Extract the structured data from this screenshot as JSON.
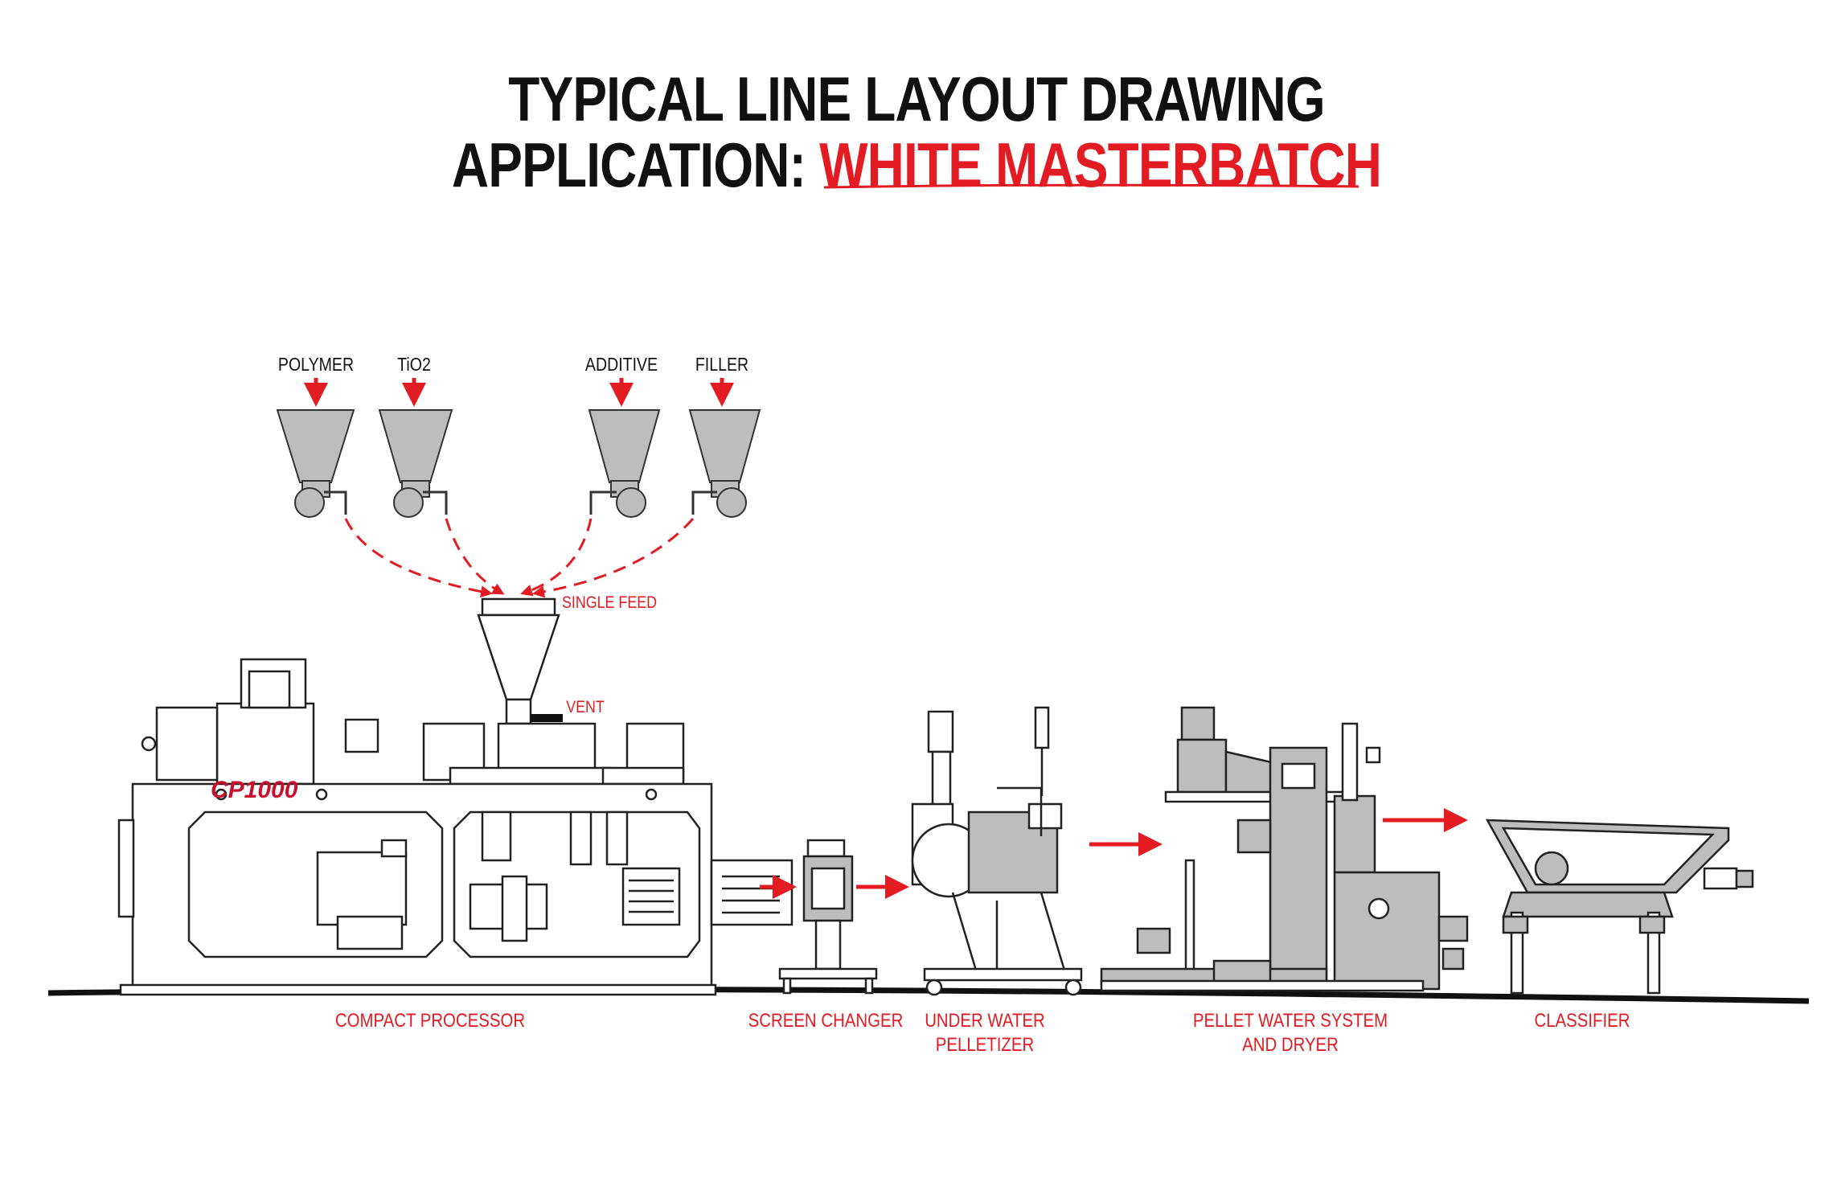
{
  "title": {
    "line1": "TYPICAL LINE LAYOUT DRAWING",
    "line2_prefix": "APPLICATION: ",
    "line2_highlight": "WHITE MASTERBATCH"
  },
  "feeds": [
    {
      "label": "POLYMER"
    },
    {
      "label": "TiO2"
    },
    {
      "label": "ADDITIVE"
    },
    {
      "label": "FILLER"
    }
  ],
  "annotations": {
    "single_feed": "SINGLE FEED",
    "vent": "VENT",
    "brand": "CP1000"
  },
  "stations": [
    {
      "label": "COMPACT PROCESSOR"
    },
    {
      "label": "SCREEN CHANGER"
    },
    {
      "label": "UNDER WATER\nPELLETIZER"
    },
    {
      "label": "PELLET WATER SYSTEM\nAND DRYER"
    },
    {
      "label": "CLASSIFIER"
    }
  ],
  "colors": {
    "accent": "#e31b23",
    "equipment": "#bdbdbd",
    "line": "#111111"
  }
}
